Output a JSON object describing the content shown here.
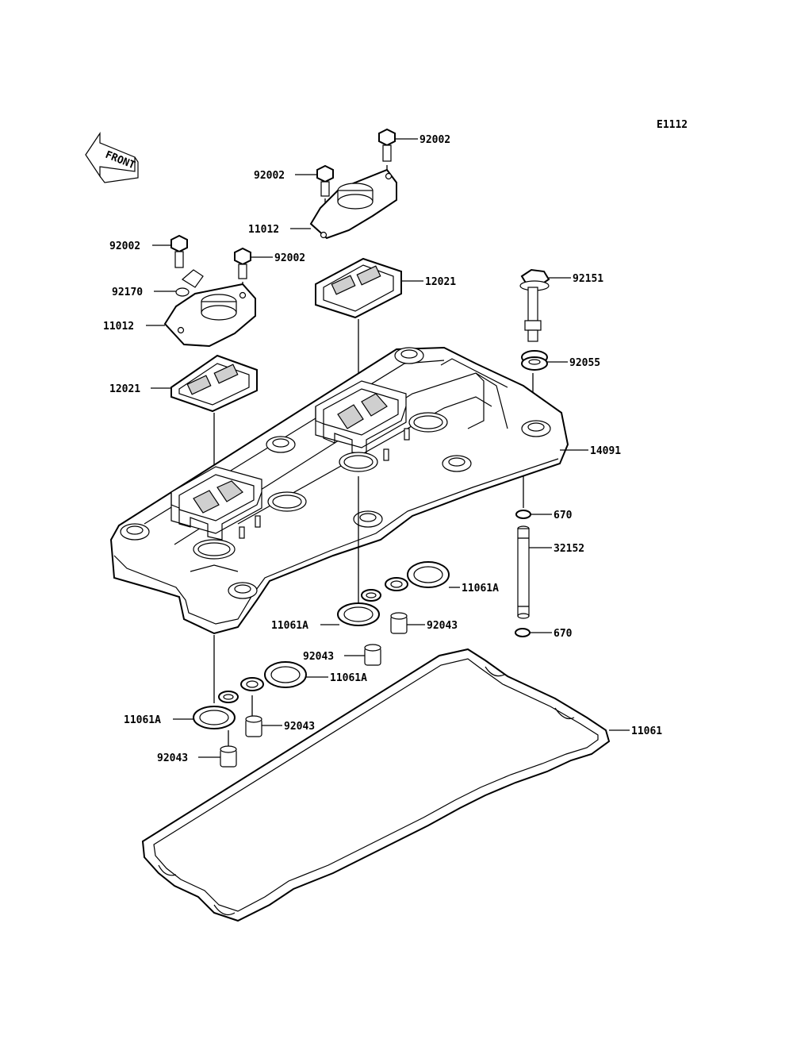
{
  "diagram_code": "E1112",
  "front_label": "FRONT",
  "callouts": [
    {
      "id": "bolt-92002-a",
      "label": "92002"
    },
    {
      "id": "bolt-92002-b",
      "label": "92002"
    },
    {
      "id": "cap-11012-a",
      "label": "11012"
    },
    {
      "id": "bolt-92002-c",
      "label": "92002"
    },
    {
      "id": "bolt-92002-d",
      "label": "92002"
    },
    {
      "id": "clamp-92170",
      "label": "92170"
    },
    {
      "id": "cap-11012-b",
      "label": "11012"
    },
    {
      "id": "gasket-12021-a",
      "label": "12021"
    },
    {
      "id": "gasket-12021-b",
      "label": "12021"
    },
    {
      "id": "bolt-92151",
      "label": "92151"
    },
    {
      "id": "washer-92055",
      "label": "92055"
    },
    {
      "id": "cover-14091",
      "label": "14091"
    },
    {
      "id": "oring-670-a",
      "label": "670"
    },
    {
      "id": "pipe-32152",
      "label": "32152"
    },
    {
      "id": "gasket-11061a-a",
      "label": "11061A"
    },
    {
      "id": "gasket-11061a-b",
      "label": "11061A"
    },
    {
      "id": "dowel-92043-a",
      "label": "92043"
    },
    {
      "id": "dowel-92043-b",
      "label": "92043"
    },
    {
      "id": "oring-670-b",
      "label": "670"
    },
    {
      "id": "gasket-11061a-c",
      "label": "11061A"
    },
    {
      "id": "gasket-11061a-d",
      "label": "11061A"
    },
    {
      "id": "dowel-92043-c",
      "label": "92043"
    },
    {
      "id": "gasket-11061",
      "label": "11061"
    },
    {
      "id": "dowel-92043-d",
      "label": "92043"
    }
  ]
}
